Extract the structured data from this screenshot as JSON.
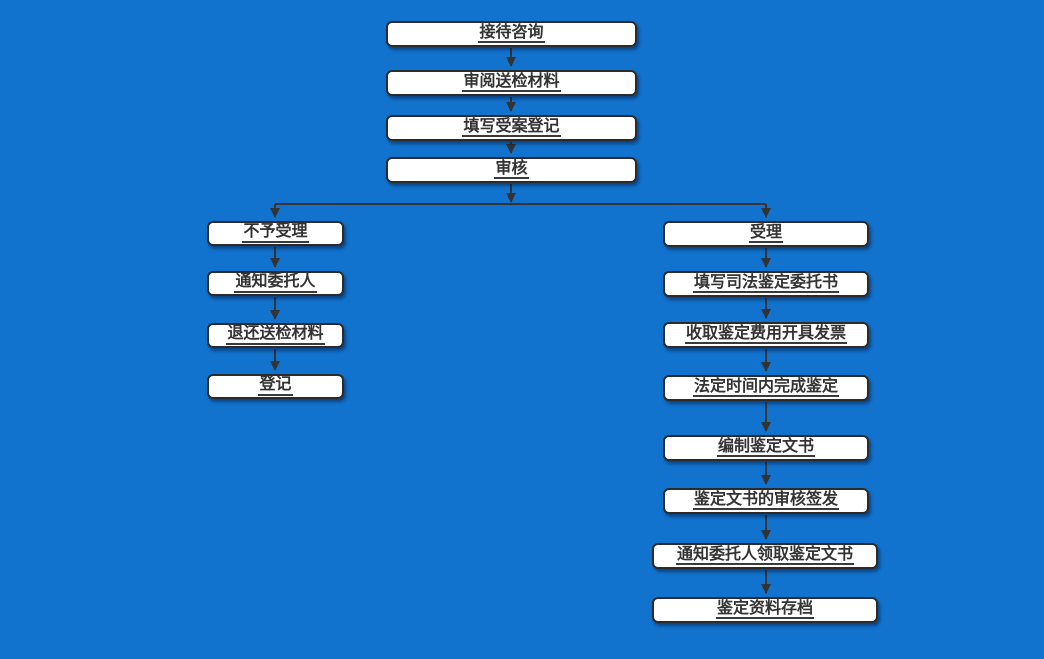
{
  "colors": {
    "background": "#1173cd",
    "box_fill": "#ffffff",
    "box_border": "#2b2b2b",
    "text": "#333333",
    "arrow": "#333333"
  },
  "flowchart": {
    "top_column": [
      {
        "label": "接待咨询"
      },
      {
        "label": "审阅送检材料"
      },
      {
        "label": "填写受案登记"
      },
      {
        "label": "审核"
      }
    ],
    "left_branch": [
      {
        "label": "不予受理"
      },
      {
        "label": "通知委托人"
      },
      {
        "label": "退还送检材料"
      },
      {
        "label": "登记"
      }
    ],
    "right_branch": [
      {
        "label": "受理"
      },
      {
        "label": "填写司法鉴定委托书"
      },
      {
        "label": "收取鉴定费用开具发票"
      },
      {
        "label": "法定时间内完成鉴定"
      },
      {
        "label": "编制鉴定文书"
      },
      {
        "label": "鉴定文书的审核签发"
      },
      {
        "label": "通知委托人领取鉴定文书"
      },
      {
        "label": "鉴定资料存档"
      }
    ]
  }
}
